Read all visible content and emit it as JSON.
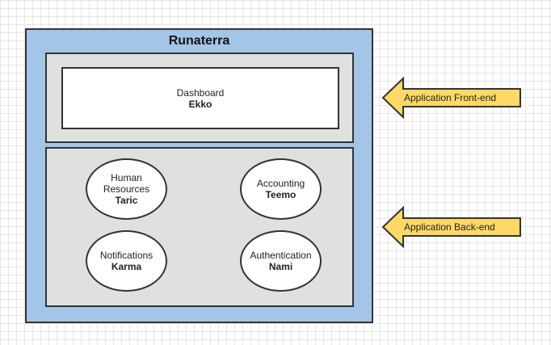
{
  "system": {
    "title": "Runaterra",
    "frontend": {
      "component_label": "Dashboard",
      "component_name": "Ekko"
    },
    "backend": {
      "services": [
        {
          "label": "Human\nResources",
          "name": "Taric"
        },
        {
          "label": "Accounting",
          "name": "Teemo"
        },
        {
          "label": "Notifications",
          "name": "Karma"
        },
        {
          "label": "Authentication",
          "name": "Nami"
        }
      ]
    }
  },
  "annotations": {
    "frontend_arrow": "Application Front-end",
    "backend_arrow": "Application Back-end"
  },
  "colors": {
    "outer_fill": "#a3c5e8",
    "layer_fill": "#e0e0e0",
    "arrow_fill": "#ffd966",
    "stroke": "#333333"
  }
}
